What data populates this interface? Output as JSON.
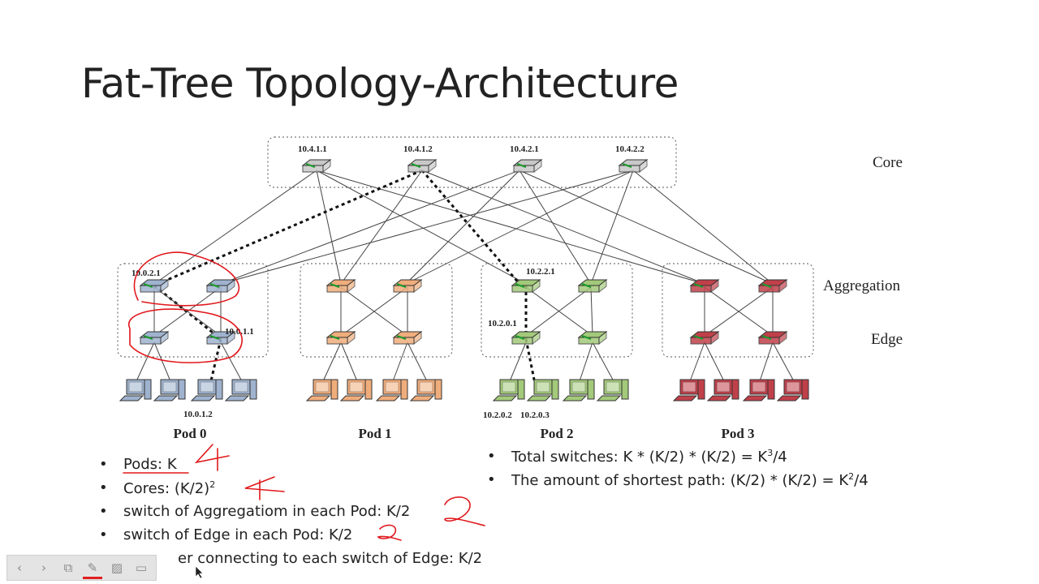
{
  "slide": {
    "title": "Fat-Tree Topology-Architecture"
  },
  "diagram": {
    "layer_labels": {
      "core": "Core",
      "aggregation": "Aggregation",
      "edge": "Edge"
    },
    "core_addresses": [
      "10.4.1.1",
      "10.4.1.2",
      "10.4.2.1",
      "10.4.2.2"
    ],
    "pods": [
      "Pod 0",
      "Pod 1",
      "Pod 2",
      "Pod 3"
    ],
    "address_labels": {
      "pod0_agg": "10.0.2.1",
      "pod0_edge": "10.0.1.1",
      "pod0_host": "10.0.1.2",
      "pod2_agg": "10.2.2.1",
      "pod2_edge": "10.2.0.1",
      "pod2_host_a": "10.2.0.2",
      "pod2_host_b": "10.2.0.3"
    },
    "pod_colors": [
      "#9fb3cf",
      "#f0ad7c",
      "#a3c97a",
      "#c0404a"
    ]
  },
  "bullets_left": [
    "Pods: K",
    "Cores: (K/2)",
    "switch of Aggregatiom in each Pod: K/2",
    "switch of Edge in each Pod: K/2",
    "er connecting to each switch of Edge: K/2"
  ],
  "bullets_right": [
    "Total switches: K * (K/2) * (K/2) = K",
    "The amount of shortest path: (K/2) * (K/2) = K"
  ],
  "superscripts": {
    "cores": "2",
    "total": "3",
    "total_tail": "/4",
    "paths": "2",
    "paths_tail": "/4"
  },
  "bullet_glyph": "•",
  "toolbar": {
    "icons": [
      "chevron-left-icon",
      "chevron-right-icon",
      "slides-icon",
      "pen-icon",
      "eraser-icon",
      "screen-icon"
    ]
  }
}
